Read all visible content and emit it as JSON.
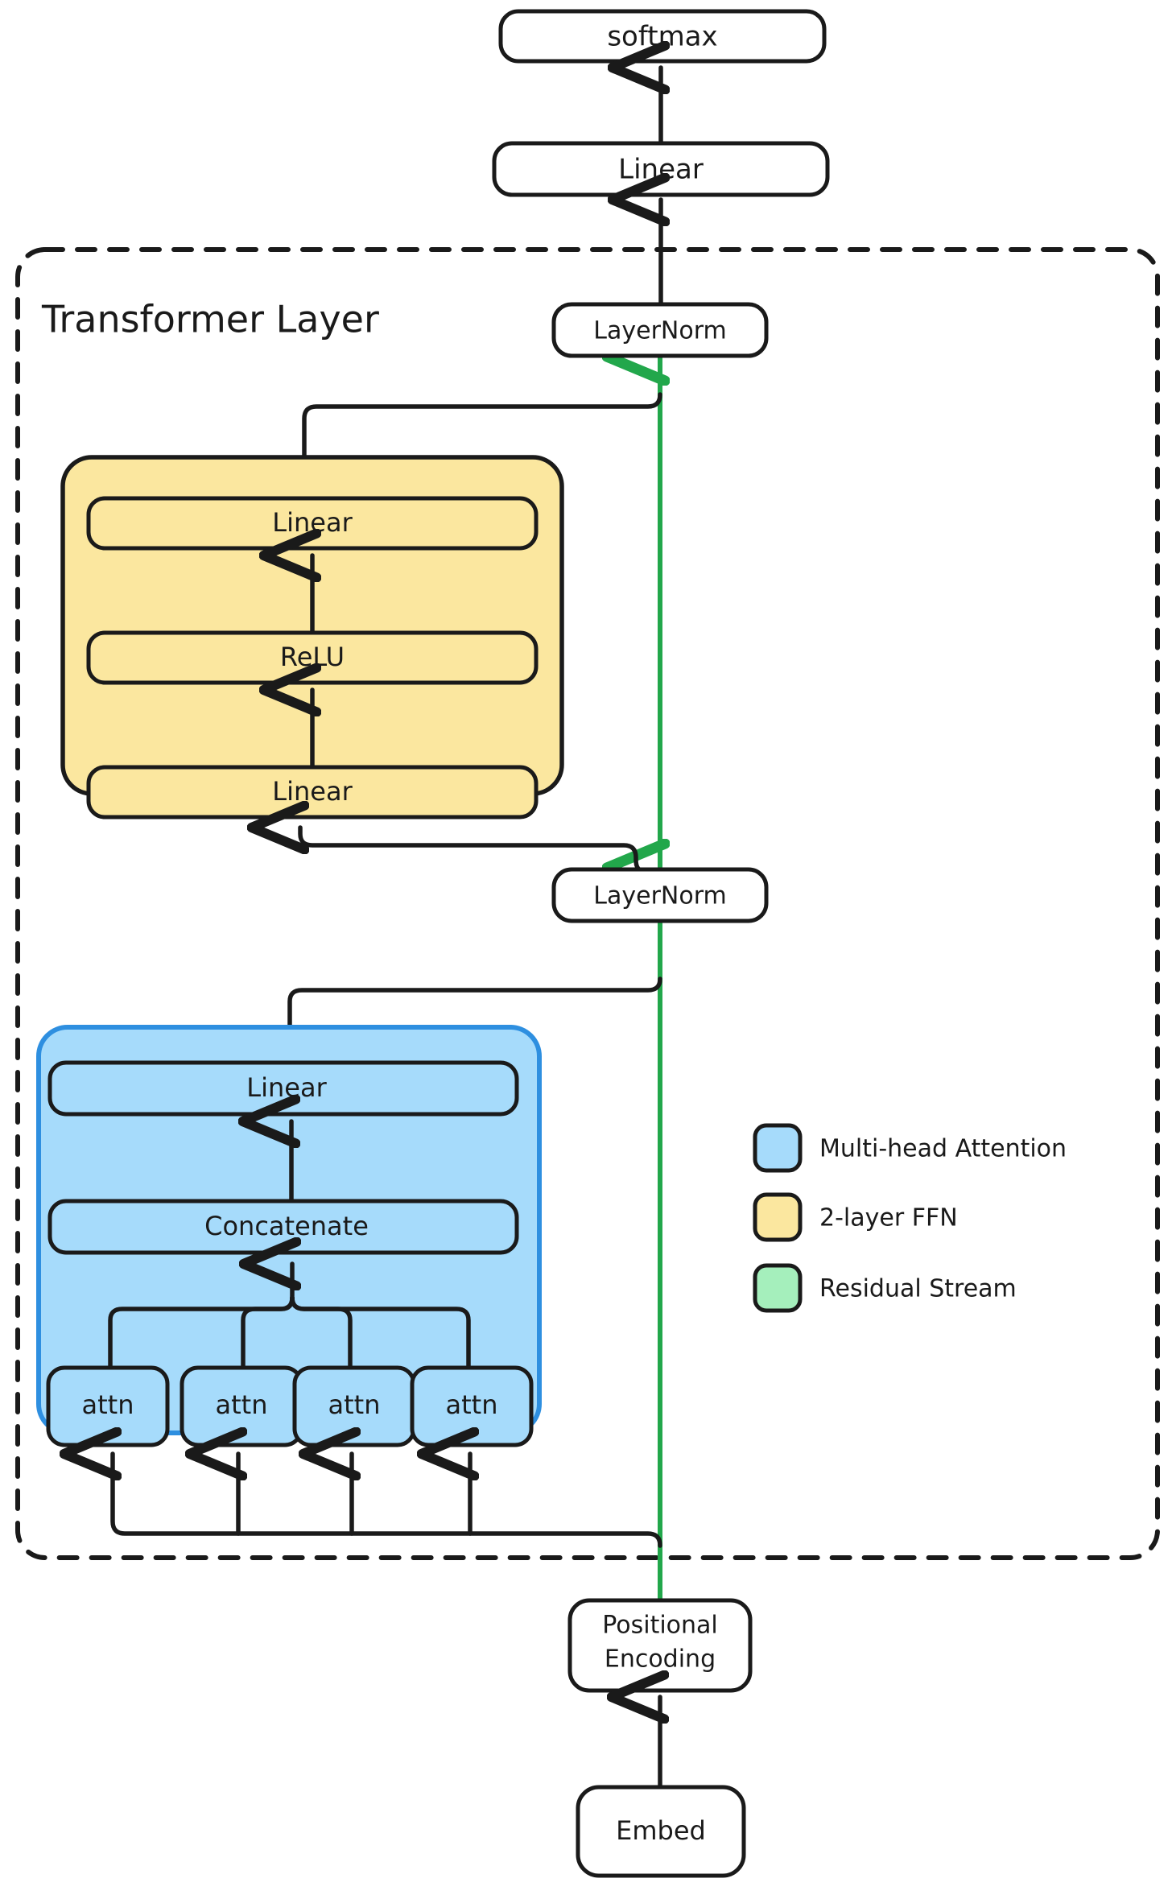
{
  "diagram": {
    "title": "Transformer Layer",
    "colors": {
      "attention_fill": "#a6dbfb",
      "attention_border": "#2e8fe0",
      "ffn_fill": "#fbe79f",
      "ffn_border": "#1a1a1a",
      "residual_stream": "#22a74b",
      "residual_legend_fill": "#a5efbc",
      "node_stroke": "#1a1a1a",
      "node_fill": "#ffffff",
      "background": "#ffffff"
    },
    "nodes": {
      "softmax": "softmax",
      "output_linear": "Linear",
      "layernorm_post_ffn": "LayerNorm",
      "ffn_linear_out": "Linear",
      "ffn_relu": "ReLU",
      "ffn_linear_in": "Linear",
      "layernorm_post_attn": "LayerNorm",
      "attn_linear": "Linear",
      "concatenate": "Concatenate",
      "attn_heads": [
        "attn",
        "attn",
        "attn",
        "attn"
      ],
      "positional_encoding_line1": "Positional",
      "positional_encoding_line2": "Encoding",
      "embed": "Embed"
    },
    "legend": {
      "items": [
        {
          "label": "Multi-head Attention",
          "color": "#a6dbfb"
        },
        {
          "label": "2-layer FFN",
          "color": "#fbe79f"
        },
        {
          "label": "Residual Stream",
          "color": "#a5efbc"
        }
      ]
    }
  }
}
